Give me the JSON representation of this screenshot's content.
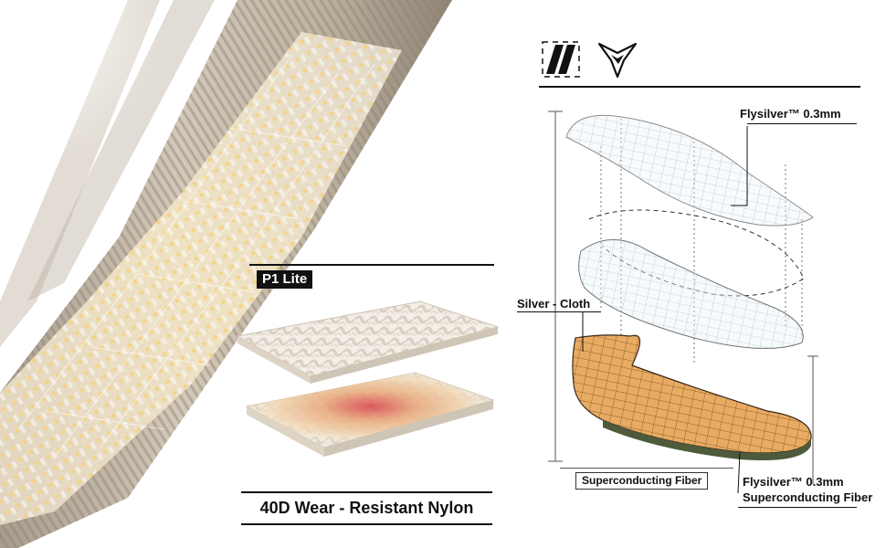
{
  "left_panel": {
    "badge": "P1 Lite",
    "caption": "40D Wear - Resistant Nylon"
  },
  "right_panel": {
    "brand_icons": [
      "diagonal-stripes-icon",
      "brand-logo-icon"
    ],
    "labels": {
      "top_layer": "Flysilver™ 0.3mm",
      "middle_layer": "Silver - Cloth",
      "bottom_left": "Superconducting Fiber",
      "bottom_right_line1": "Flysilver™ 0.3mm",
      "bottom_right_line2": "Superconducting Fiber"
    }
  },
  "colors": {
    "fabric_beige": "#cfc3b3",
    "fiber_glow": "#f6d98a",
    "insole_orange": "#e7a85b",
    "ink": "#111111"
  }
}
